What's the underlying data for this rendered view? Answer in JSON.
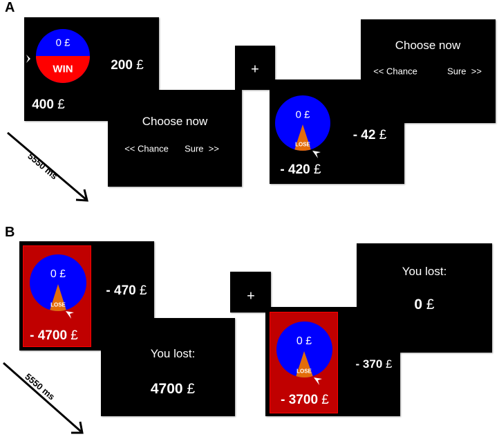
{
  "panel_a": {
    "label": "A",
    "timing_label": "5550 ms",
    "screen1": {
      "wheel_top_label": "0 £",
      "wheel_bottom_label": "WIN",
      "wheel_colors": {
        "top": "#0000ff",
        "bottom": "#ff0000"
      },
      "sure_amount": "200",
      "gamble_amount": "400",
      "currency": "£"
    },
    "screen2": {
      "prompt": "Choose now",
      "option_left": "<< Chance",
      "option_right": "Sure  >>"
    },
    "fixation": "+",
    "screen3": {
      "wheel_top_label": "0 £",
      "wheel_slice_label": "LOSE",
      "wheel_colors": {
        "main": "#0000ff",
        "slice": "#e36c09"
      },
      "sure_amount": "- 42",
      "gamble_amount": "- 420",
      "currency": "£"
    },
    "screen4": {
      "prompt": "Choose now",
      "option_left": "<< Chance",
      "option_right": "Sure  >>"
    }
  },
  "panel_b": {
    "label": "B",
    "timing_label": "5550 ms",
    "screen1": {
      "wheel_top_label": "0 £",
      "wheel_slice_label": "LOSE",
      "highlight_color": "#c00000",
      "sure_amount": "- 470",
      "gamble_amount": "- 4700",
      "currency": "£"
    },
    "screen2": {
      "outcome_label": "You lost:",
      "outcome_amount": "4700",
      "currency": "£"
    },
    "fixation": "+",
    "screen3": {
      "wheel_top_label": "0 £",
      "wheel_slice_label": "LOSE",
      "highlight_color": "#c00000",
      "sure_amount": "- 370",
      "gamble_amount": "- 3700",
      "currency": "£"
    },
    "screen4": {
      "outcome_label": "You lost:",
      "outcome_amount": "0",
      "currency": "£"
    }
  }
}
